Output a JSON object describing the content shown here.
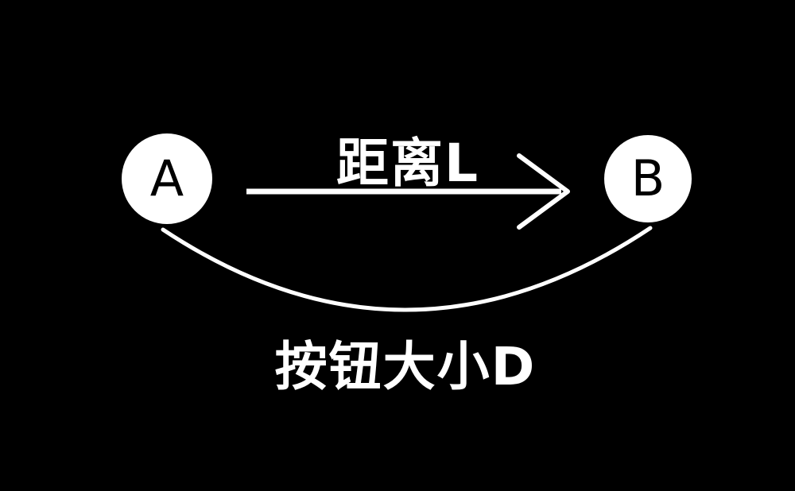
{
  "diagram": {
    "background_color": "#000000",
    "foreground_color": "#ffffff",
    "nodes": [
      {
        "id": "A",
        "label": "A"
      },
      {
        "id": "B",
        "label": "B"
      }
    ],
    "edges": [
      {
        "from": "A",
        "to": "B",
        "type": "straight-arrow",
        "label": "距离L"
      },
      {
        "from": "A",
        "to": "B",
        "type": "arc-below",
        "label": "按钮大小D"
      }
    ]
  }
}
